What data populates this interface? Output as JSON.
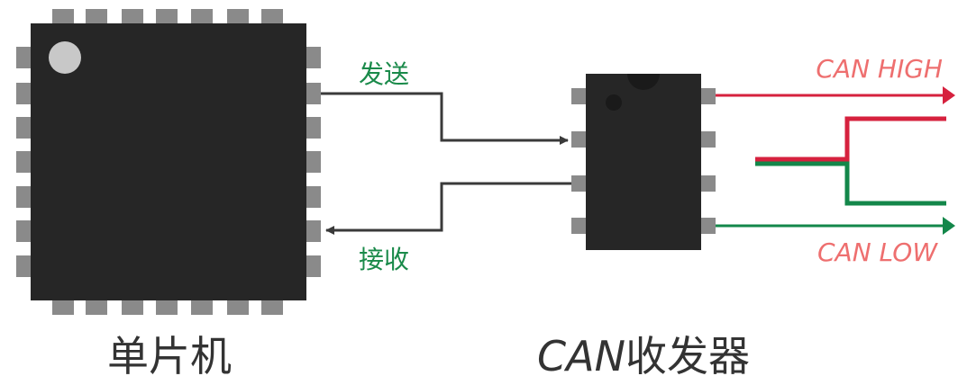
{
  "mcu": {
    "label": "单片机",
    "body_color": "#262626",
    "pin_color": "#8a8a8a",
    "dot_color": "#c8c8c8"
  },
  "transceiver": {
    "label": "CAN收发器",
    "body_color": "#262626",
    "pin_color": "#8a8a8a"
  },
  "signals": {
    "send_label": "发送",
    "receive_label": "接收",
    "label_color": "#1a8a4a",
    "wire_color": "#3a3a3a"
  },
  "bus": {
    "high_label": "CAN HIGH",
    "low_label": "CAN LOW",
    "high_color": "#d6213e",
    "low_color": "#13874a",
    "label_color": "#ee6f6f"
  }
}
